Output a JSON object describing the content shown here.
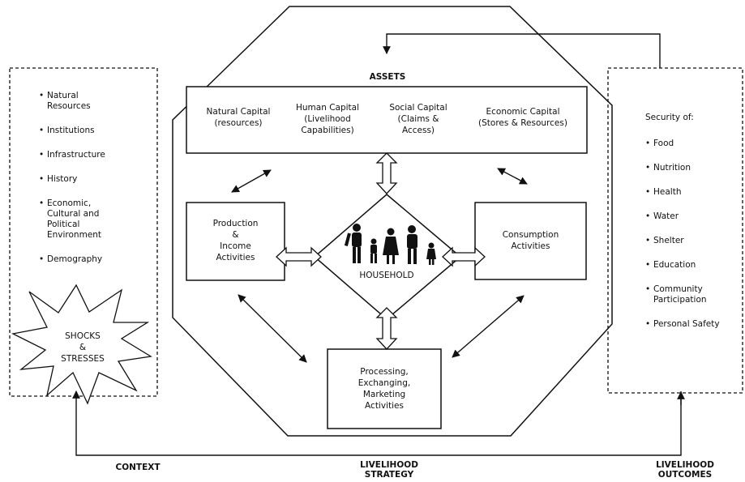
{
  "assets": {
    "title": "ASSETS",
    "natural_capital": "Natural Capital\n(resources)",
    "human_capital": "Human Capital\n(Livelihood\nCapabilities)",
    "social_capital": "Social Capital\n(Claims &\nAccess)",
    "economic_capital": "Economic Capital\n(Stores & Resources)"
  },
  "activities": {
    "production": "Production\n&\nIncome\nActivities",
    "consumption": "Consumption\nActivities",
    "processing": "Processing,\nExchanging,\nMarketing\nActivities",
    "household": "HOUSEHOLD"
  },
  "context": {
    "items": [
      "Natural\nResources",
      "Institutions",
      "Infrastructure",
      "History",
      "Economic,\nCultural and\nPolitical\nEnvironment",
      "Demography"
    ],
    "shocks": "SHOCKS\n&\nSTRESSES"
  },
  "outcomes": {
    "heading": "Security of:",
    "items": [
      "Food",
      "Nutrition",
      "Health",
      "Water",
      "Shelter",
      "Education",
      "Community\nParticipation",
      "Personal Safety"
    ]
  },
  "footer": {
    "context": "CONTEXT",
    "strategy": "LIVELIHOOD\nSTRATEGY",
    "outcomes": "LIVELIHOOD\nOUTCOMES"
  }
}
